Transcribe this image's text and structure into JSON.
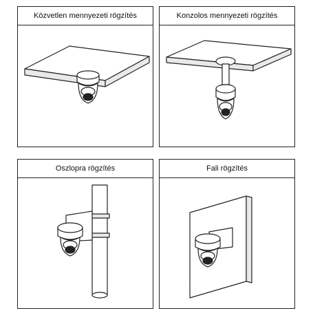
{
  "panels": [
    {
      "title": "Közvetlen mennyezeti rögzítés",
      "illustration": "ceiling-direct-mount"
    },
    {
      "title": "Konzolos mennyezeti rögzítés",
      "illustration": "ceiling-pendant-mount"
    },
    {
      "title": "Oszlopra rögzítés",
      "illustration": "pole-mount"
    },
    {
      "title": "Fali rögzítés",
      "illustration": "wall-mount"
    }
  ],
  "colors": {
    "line": "#222222",
    "surface": "#e9e9e9",
    "background": "#ffffff"
  }
}
